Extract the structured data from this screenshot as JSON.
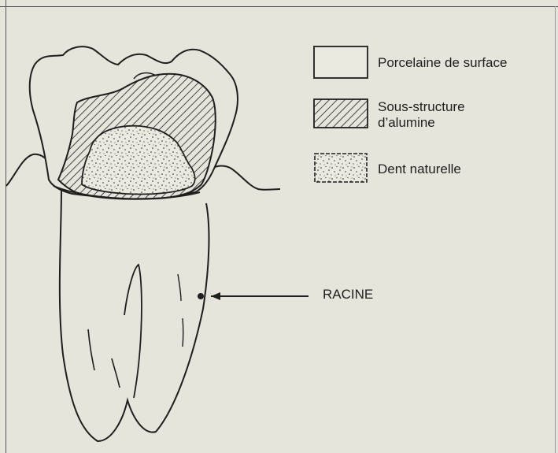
{
  "legend": {
    "items": [
      {
        "label": "Porcelaine de surface",
        "pattern": "blank"
      },
      {
        "label_lines": [
          "Sous-structure",
          "d’alumine"
        ],
        "pattern": "hatched"
      },
      {
        "label": "Dent naturelle",
        "pattern": "stippled"
      }
    ]
  },
  "callout": {
    "label": "RACINE"
  },
  "colors": {
    "ink": "#1e1e1e",
    "paper": "#e7e4dc"
  }
}
